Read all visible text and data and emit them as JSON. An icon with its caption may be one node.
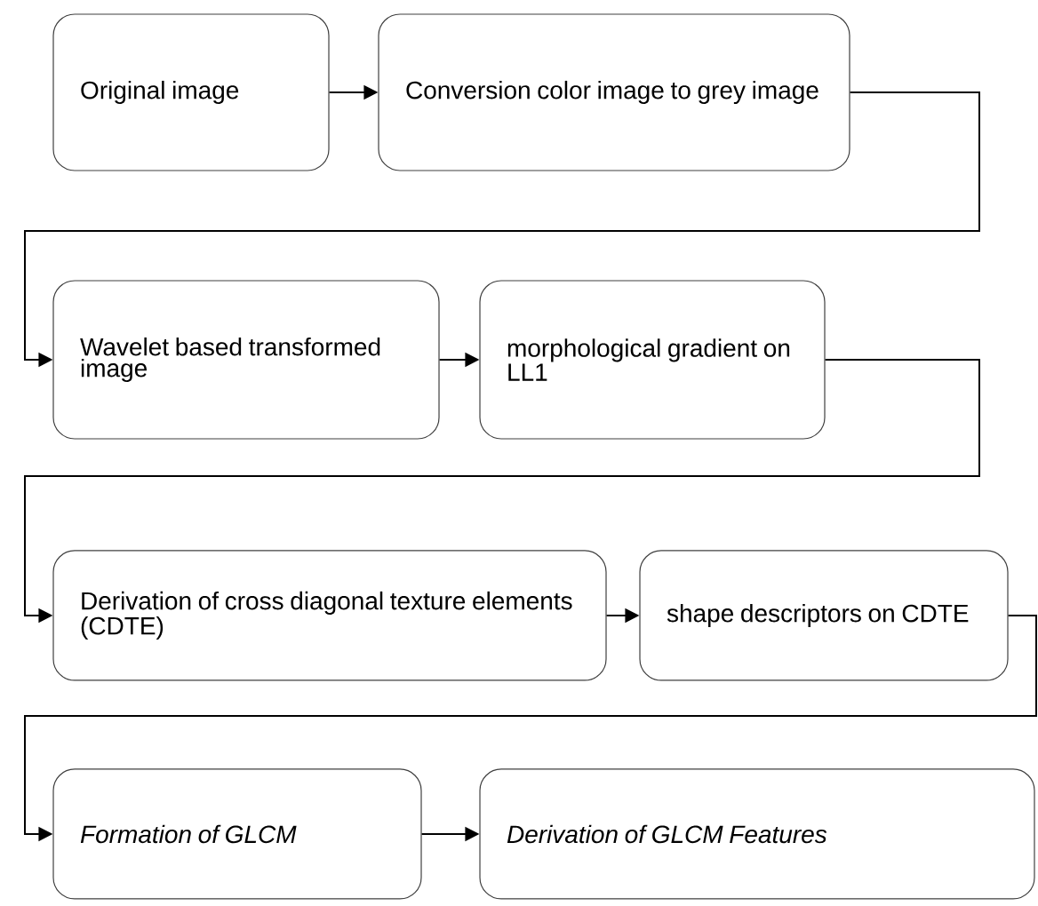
{
  "diagram": {
    "nodes": [
      {
        "text": [
          "Original image"
        ]
      },
      {
        "text": [
          "Conversion color image to grey image"
        ]
      },
      {
        "text": [
          "Wavelet based transformed image"
        ]
      },
      {
        "text": [
          "morphological gradient on LL1"
        ]
      },
      {
        "text": [
          "Derivation of cross diagonal texture elements (CDTE)"
        ]
      },
      {
        "text": [
          "shape descriptors on CDTE"
        ]
      },
      {
        "text": [
          "Formation of GLCM"
        ]
      },
      {
        "text": [
          "Derivation of GLCM Features"
        ]
      }
    ],
    "edges": [
      {
        "from": 0,
        "to": 1,
        "arrow": "to"
      },
      {
        "from": 1,
        "to": 2,
        "arrow": "to"
      },
      {
        "from": 2,
        "to": 3,
        "arrow": "to"
      },
      {
        "from": 3,
        "to": 4,
        "arrow": "to"
      },
      {
        "from": 4,
        "to": 5,
        "arrow": "to"
      },
      {
        "from": 5,
        "to": 6,
        "arrow": "to"
      },
      {
        "from": 6,
        "to": 7,
        "arrow": "to"
      }
    ]
  }
}
